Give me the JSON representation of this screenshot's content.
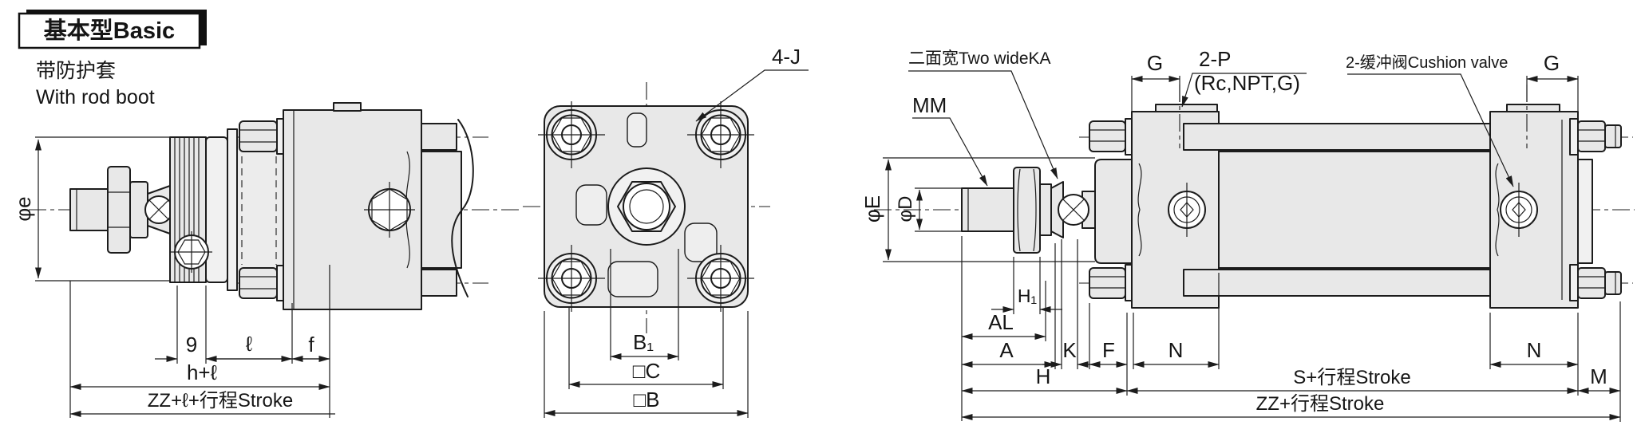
{
  "colors": {
    "line": "#1c1c1c",
    "metal_fill": "#e8e8e8",
    "background": "#ffffff"
  },
  "header": {
    "title": "基本型Basic",
    "subtitle_cn": "带防护套",
    "subtitle_en": "With rod boot"
  },
  "rod_boot_view": {
    "dim_phi_e": "φe",
    "dim_9": "9",
    "dim_ell": "ℓ",
    "dim_f": "f",
    "dim_h_ell": "h+ℓ",
    "dim_zz": "ZZ+ℓ+行程Stroke"
  },
  "front_view": {
    "label_4j": "4-J",
    "dim_b1": "B₁",
    "dim_c": "□C",
    "dim_b": "□B"
  },
  "side_view": {
    "label_ka": "二面宽Two wideKA",
    "label_mm": "MM",
    "label_g_left": "G",
    "label_port": "2-P",
    "label_port_threads": "(Rc,NPT,G)",
    "label_cushion": "2-缓冲阀Cushion valve",
    "label_g_right": "G",
    "dim_phi_E": "φE",
    "dim_phi_D": "φD",
    "dim_h1": "H₁",
    "dim_al": "AL",
    "dim_a": "A",
    "dim_k": "K",
    "dim_f": "F",
    "dim_n_front": "N",
    "dim_h": "H",
    "dim_s": "S+行程Stroke",
    "dim_n_rear": "N",
    "dim_m": "M",
    "dim_zz": "ZZ+行程Stroke"
  }
}
